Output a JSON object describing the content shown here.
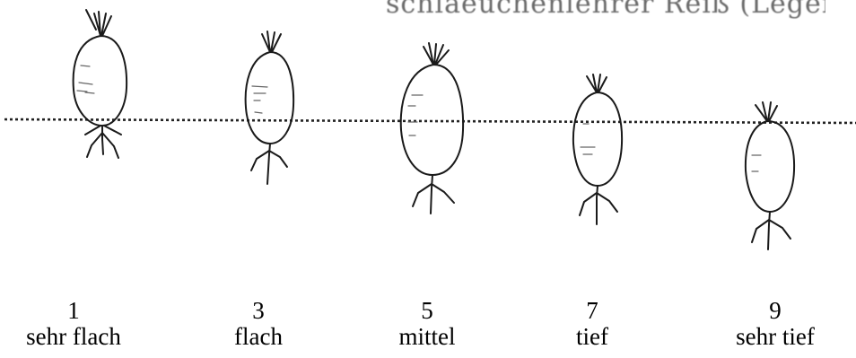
{
  "header_fragment": "schlaeuchenlehrer Reiß (Legend",
  "levels": [
    {
      "number": "1",
      "label": "sehr flach"
    },
    {
      "number": "3",
      "label": "flach"
    },
    {
      "number": "5",
      "label": "mittel"
    },
    {
      "number": "7",
      "label": "tief"
    },
    {
      "number": "9",
      "label": "sehr tief"
    }
  ]
}
